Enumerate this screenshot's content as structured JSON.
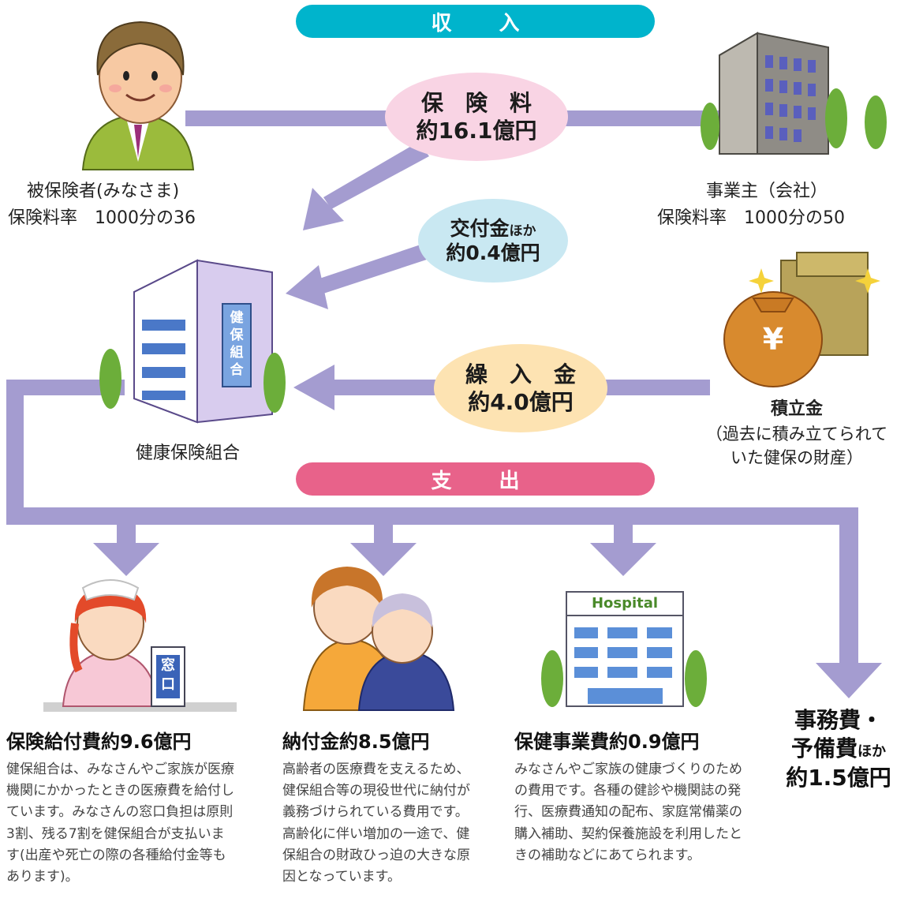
{
  "header_income": "収入",
  "header_expense": "支出",
  "colors": {
    "income_pill": "#00b4cc",
    "expense_pill": "#e8628a",
    "flow_line": "#a49cd0",
    "premium_bubble": "#f9d4e4",
    "grant_bubble": "#c9e8f2",
    "transfer_bubble": "#fde3b2"
  },
  "bubbles": {
    "premium": {
      "line1": "保　険　料",
      "line2": "約16.1億円"
    },
    "grant": {
      "line1_main": "交付金",
      "line1_small": "ほか",
      "line2": "約0.4億円"
    },
    "transfer": {
      "line1": "繰　入　金",
      "line2": "約4.0億円"
    }
  },
  "insured": {
    "name": "被保険者(みなさま)",
    "rate": "保険料率　1000分の36"
  },
  "employer": {
    "name": "事業主（会社）",
    "rate": "保険料率　1000分の50"
  },
  "reserve": {
    "name": "積立金",
    "desc1": "（過去に積み立てられて",
    "desc2": "いた健保の財産）"
  },
  "union": {
    "name": "健康保険組合",
    "sign": "健保組合"
  },
  "window_sign": "窓口",
  "hospital_sign": "Hospital",
  "yen_mark": "¥",
  "expenses": [
    {
      "title": "保険給付費約9.6億円",
      "desc": "健保組合は、みなさんやご家族が医療機関にかかったときの医療費を給付しています。みなさんの窓口負担は原則3割、残る7割を健保組合が支払います(出産や死亡の際の各種給付金等もあります)。"
    },
    {
      "title": "納付金約8.5億円",
      "desc": "高齢者の医療費を支えるため、健保組合等の現役世代に納付が義務づけられている費用です。高齢化に伴い増加の一途で、健保組合の財政ひっ迫の大きな原因となっています。"
    },
    {
      "title": "保健事業費約0.9億円",
      "desc": "みなさんやご家族の健康づくりのための費用です。各種の健診や機関誌の発行、医療費通知の配布、家庭常備薬の購入補助、契約保養施設を利用したときの補助などにあてられます。"
    }
  ],
  "other_expense": {
    "line1": "事務費・",
    "line2_main": "予備費",
    "line2_small": "ほか",
    "line3": "約1.5億円"
  }
}
